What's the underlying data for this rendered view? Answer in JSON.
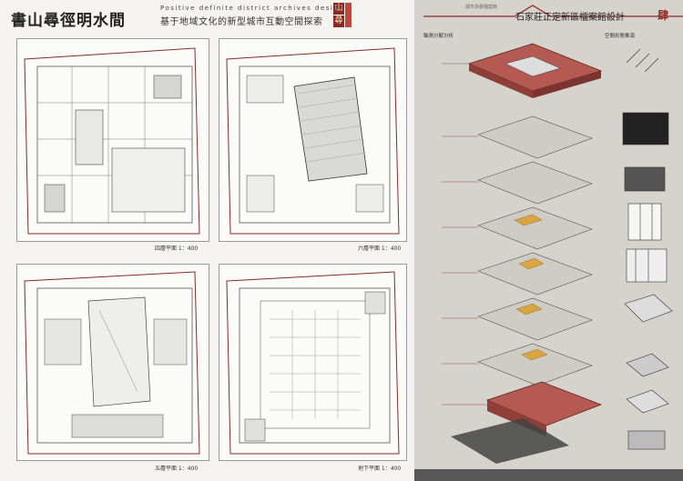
{
  "header": {
    "title": "書山尋徑明水間",
    "seal_top": "山",
    "seal_bottom": "尋",
    "subtitle_en": "Positive definite district archives design",
    "subtitle_cn": "基于地域文化的新型城市互動空間探索",
    "sheet_title": "石家莊正定新區檔案館設計",
    "sheet_number": "肆",
    "org_label": "城市多層檔案館"
  },
  "plans": {
    "top_left_label": "四層平面 1：400",
    "top_right_label": "六層平面 1：400",
    "bottom_left_label": "五層平面 1：400",
    "bottom_right_label": "地下平面 1：400"
  },
  "right": {
    "section_left": "軸測分解分析",
    "section_right": "空間形態推演"
  },
  "colors": {
    "accent": "#8b2a23",
    "roof": "#b45a52",
    "highlight": "#d9a441"
  }
}
